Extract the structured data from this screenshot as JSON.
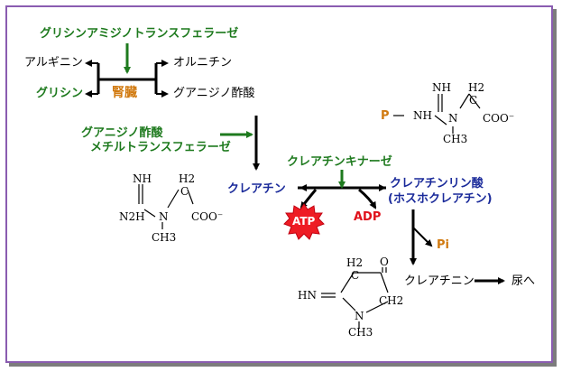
{
  "enzymes": {
    "agat": "グリシンアミジノトランスフェラーゼ",
    "gamt_line1": "グアニジノ酢酸",
    "gamt_line2": "メチルトランスフェラーゼ",
    "ck": "クレアチンキナーゼ"
  },
  "kidney": {
    "organ": "腎臓",
    "in_top": "アルギニン",
    "in_bottom": "グリシン",
    "out_top": "オルニチン",
    "out_bottom": "グアニジノ酢酸"
  },
  "creatine": {
    "label": "クレアチン",
    "nh": "NH",
    "h2": "H2",
    "n2h": "N2H",
    "n": "N",
    "c": "C",
    "coo": "COO⁻",
    "ch3": "CH3"
  },
  "phosphocreatine": {
    "label": "クレアチンリン酸",
    "alt_label": "(ホスホクレアチン)",
    "p": "P",
    "nh_top": "NH",
    "h2": "H2",
    "nh": "NH",
    "n": "N",
    "c": "C",
    "coo": "COO⁻",
    "ch3": "CH3"
  },
  "energy": {
    "atp": "ATP",
    "adp": "ADP",
    "pi": "Pi"
  },
  "creatinine": {
    "label": "クレアチニン",
    "destination": "尿へ",
    "h2": "H2",
    "c": "C",
    "o": "O",
    "hn": "HN",
    "ch2": "CH2",
    "n": "N",
    "ch3": "CH3"
  },
  "colors": {
    "enzyme": "#1e7a1e",
    "compound": "#1a2a9a",
    "organ": "#d17a10",
    "energy": "#e0101a",
    "frame": "#8a5cb0"
  }
}
